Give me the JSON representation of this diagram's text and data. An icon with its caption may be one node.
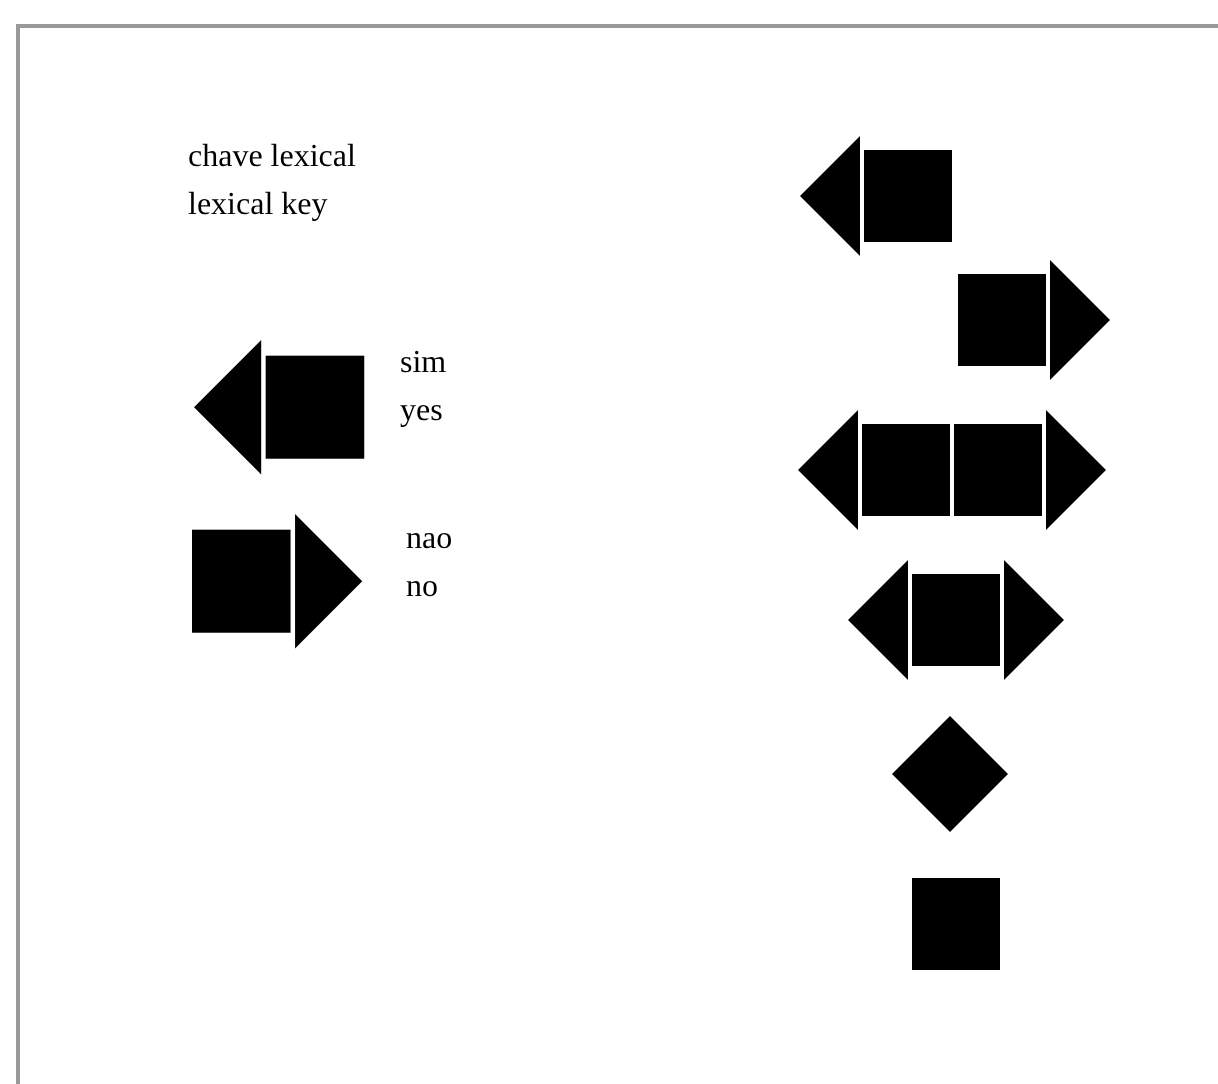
{
  "diagram": {
    "nodes": [
      {
        "text": [],
        "shape": "arrow-left",
        "beside": [
          "sim yes"
        ]
      },
      {
        "text": [],
        "shape": "arrow-right",
        "beside": [
          "nao no"
        ]
      },
      {
        "text": [],
        "shape": "arrow-left"
      },
      {
        "text": [],
        "shape": "arrow-right"
      },
      {
        "text": [],
        "shape": "double-arrow-long"
      },
      {
        "text": [],
        "shape": "double-arrow"
      },
      {
        "text": [],
        "shape": "diamond"
      },
      {
        "text": [],
        "shape": "box"
      }
    ],
    "labels": [
      "chave lexical",
      "lexical key"
    ]
  }
}
